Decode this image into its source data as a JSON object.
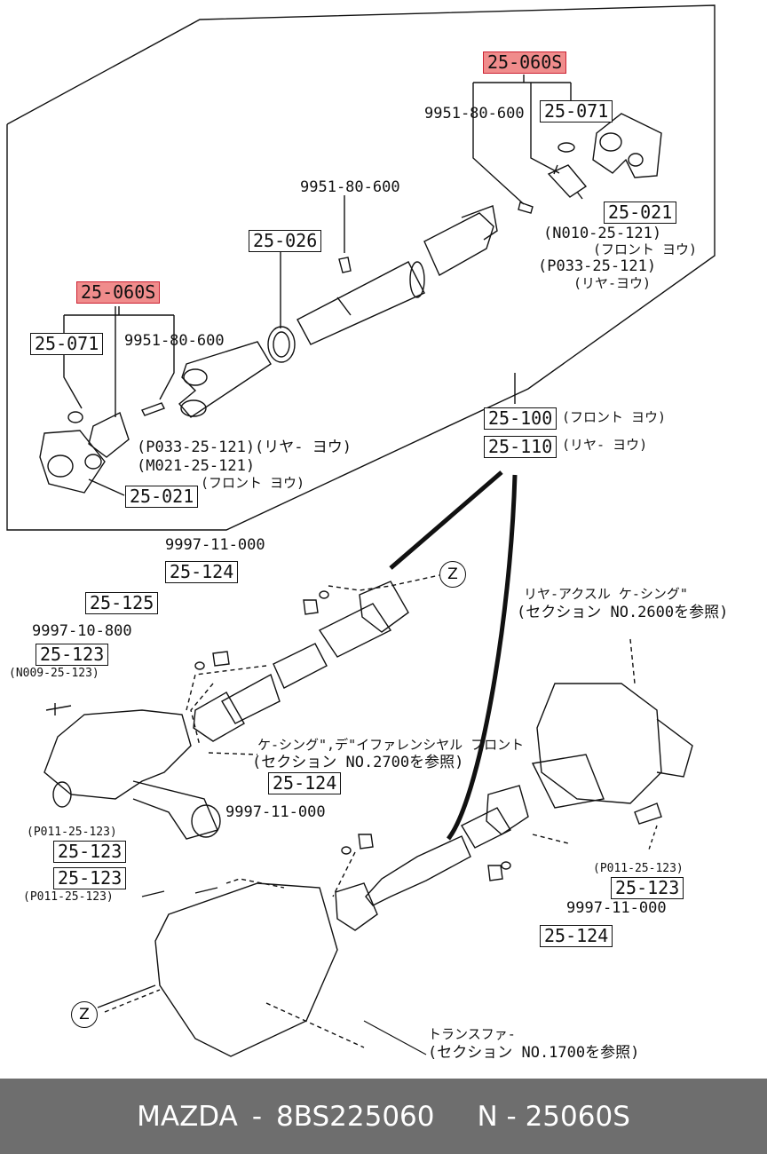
{
  "labels": {
    "top_assy_code": "25-060S",
    "top_bolt": "9951-80-600",
    "top_snap_ring": "25-071",
    "top_yoke": "25-021",
    "top_yoke_note1": "(N010-25-121)",
    "top_yoke_note2": "(フロント ヨウ)",
    "top_yoke_note3": "(P033-25-121)",
    "top_yoke_note4": "(リヤ-ヨウ)",
    "mid_bolt": "9951-80-600",
    "mid_seal": "25-026",
    "left_assy_code": "25-060S",
    "left_snap_ring": "25-071",
    "left_bolt": "9951-80-600",
    "left_note1": "(P033-25-121)(リヤ- ヨウ)",
    "left_note2": "(M021-25-121)",
    "left_note3": "(フロント ヨウ)",
    "left_yoke": "25-021",
    "shaft_front": "25-100",
    "shaft_front_note": "(フロント ヨウ)",
    "shaft_rear": "25-110",
    "shaft_rear_note": "(リヤ- ヨウ)",
    "nut_a_code": "9997-11-000",
    "nut_a_box": "25-124",
    "washer_box": "25-125",
    "washer_code": "9997-10-800",
    "bolt_box_1": "25-123",
    "bolt_box_1_note": "(N009-25-123)",
    "rear_axle_ref1": "リヤ-アクスル ケ-シング\"",
    "rear_axle_ref2": "(セクション NO.2600を参照)",
    "diff_ref1": "ケ-シング\",デ\"イファレンシヤル フロント",
    "diff_ref2": "(セクション NO.2700を参照)",
    "nut_b_box": "25-124",
    "nut_b_code": "9997-11-000",
    "bolt_box_2_note": "(P011-25-123)",
    "bolt_box_2": "25-123",
    "bolt_box_3": "25-123",
    "bolt_box_3_note": "(P011-25-123)",
    "bolt_box_4_note": "(P011-25-123)",
    "bolt_box_4": "25-123",
    "nut_c_code": "9997-11-000",
    "nut_c_box": "25-124",
    "transfer_ref1": "トランスファ-",
    "transfer_ref2": "(セクション NO.1700を参照)",
    "z_marker": "Z"
  },
  "footer": {
    "brand": "MAZDA",
    "sep": "-",
    "part_number": "8BS225060",
    "ref": "N - 25060S"
  },
  "colors": {
    "highlight": "#f08c8c",
    "footer_bg": "#6e6e6e"
  }
}
